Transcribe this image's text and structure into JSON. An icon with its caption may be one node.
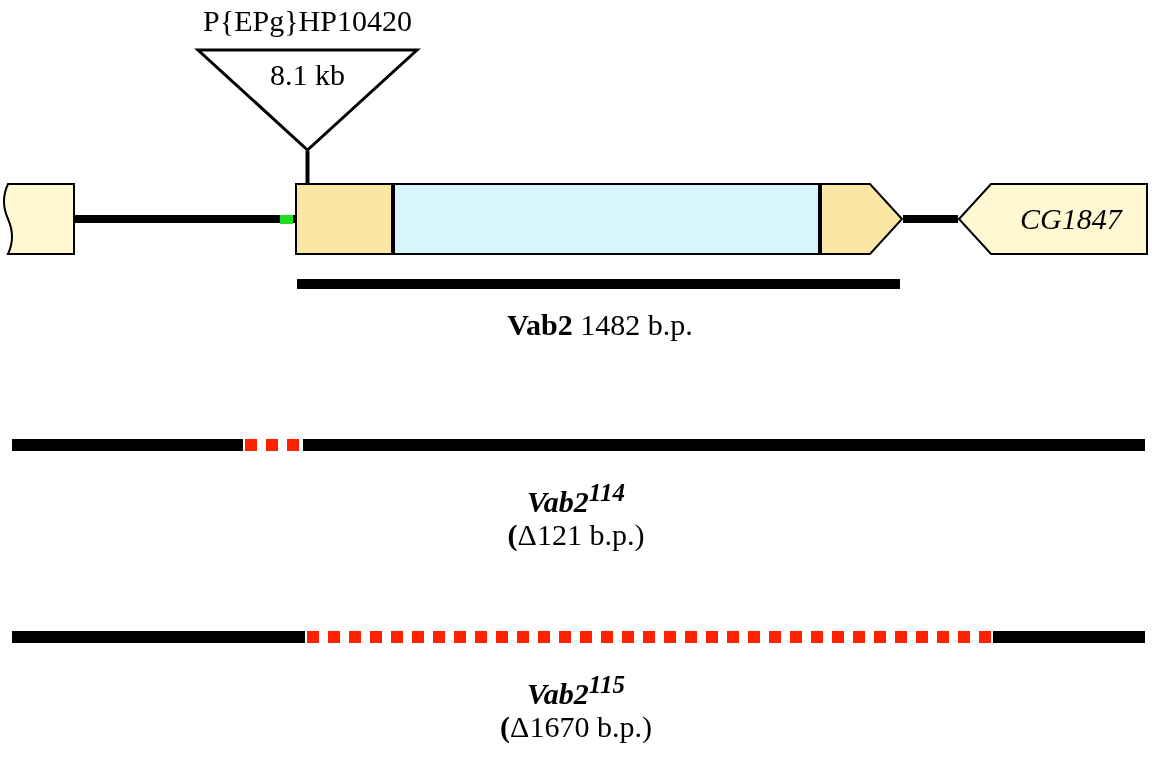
{
  "diagram": {
    "nodes": [
      {
        "text": [
          "P{EPg}HP10420",
          "8.1 kb"
        ]
      },
      {
        "text": [],
        "shape": "box"
      },
      {
        "text": [],
        "shape": "box"
      },
      {
        "text": [],
        "shape": "box"
      },
      {
        "text": [],
        "shape": "box"
      },
      {
        "text": [
          "CG1847"
        ]
      }
    ],
    "edges": [
      {
        "from": 0,
        "to": 2,
        "arrow": "none"
      },
      {
        "from": 1,
        "to": 2,
        "arrow": "none"
      },
      {
        "from": 4,
        "to": 5,
        "arrow": "none"
      }
    ],
    "labels": [
      "**Vab2** 1482 b.p.",
      "Vab2$^{114}$",
      "**(**Δ121 b.p.)",
      "Vab2$^{115}$",
      "**(**Δ1670 b.p.)"
    ]
  }
}
